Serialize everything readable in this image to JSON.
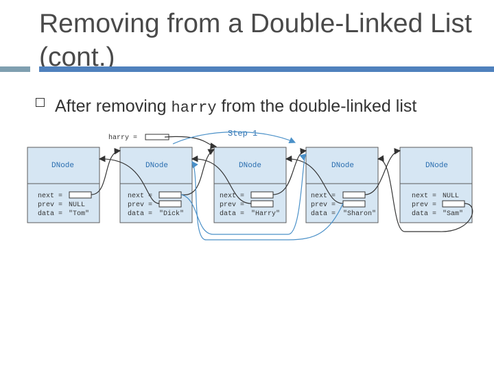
{
  "slide": {
    "title": "Removing from a Double-Linked List (cont.)",
    "bullet": {
      "before": "After removing ",
      "code": "harry",
      "after": " from the double-linked list"
    }
  },
  "diagram": {
    "pointer_label": "harry =",
    "step_label": "Step 1",
    "node_type_label": "DNode",
    "field_next": "next =",
    "field_prev": "prev =",
    "field_data": "data =",
    "null_value": "NULL",
    "nodes": [
      {
        "data": "\"Tom\""
      },
      {
        "data": "\"Dick\""
      },
      {
        "data": "\"Harry\""
      },
      {
        "data": "\"Sharon\""
      },
      {
        "data": "\"Sam\""
      }
    ],
    "colors": {
      "node_fill": "#d6e6f3",
      "node_stroke": "#5b5b5b",
      "type_text": "#2a6eb0",
      "step_text": "#2a6eb0",
      "arrow_dark": "#333333",
      "arrow_highlight": "#4a90c8"
    }
  }
}
